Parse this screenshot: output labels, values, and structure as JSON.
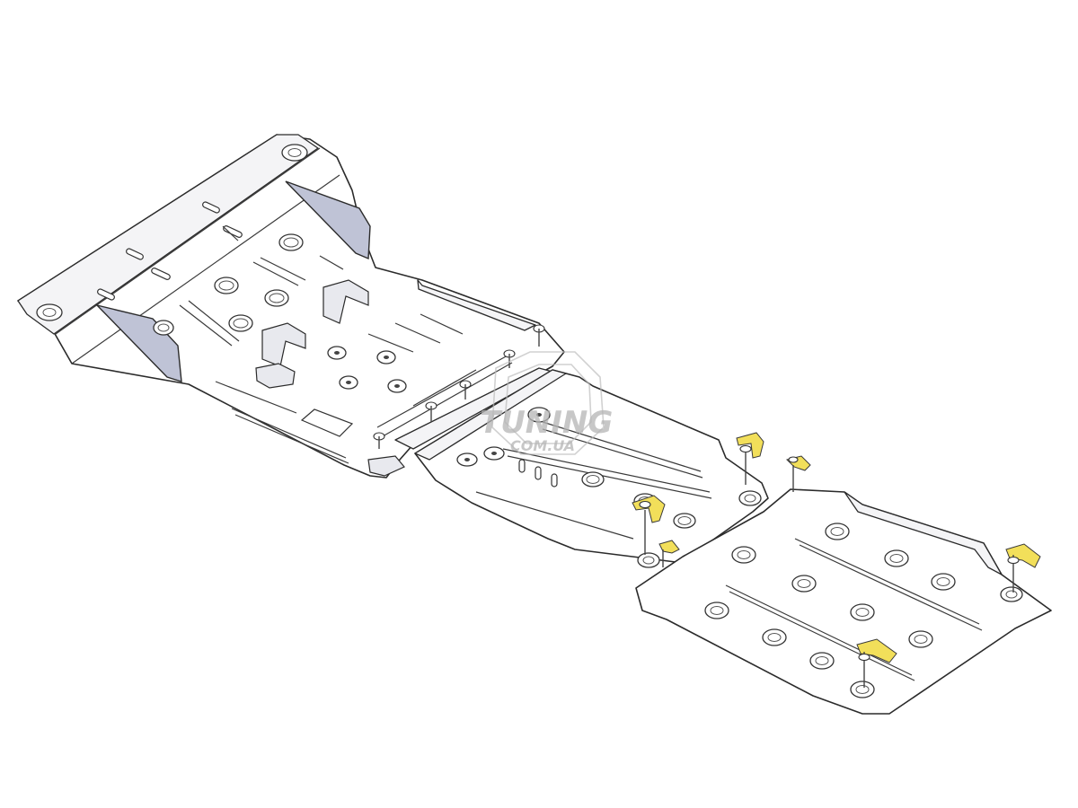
{
  "watermark": {
    "brand": "TUNING",
    "domain": "COM.UA"
  },
  "colors": {
    "background": "#ffffff",
    "plate_line": "#2b2b2b",
    "side_bracket": "#bfc3d6",
    "fastener_accent": "#f2df5a"
  },
  "components": {
    "front_engine_plate": "engine-skid-plate",
    "middle_plate": "gearbox-skid-plate",
    "rear_plate": "transfer-case-skid-plate",
    "fasteners": "yellow-bracket-bolts"
  }
}
